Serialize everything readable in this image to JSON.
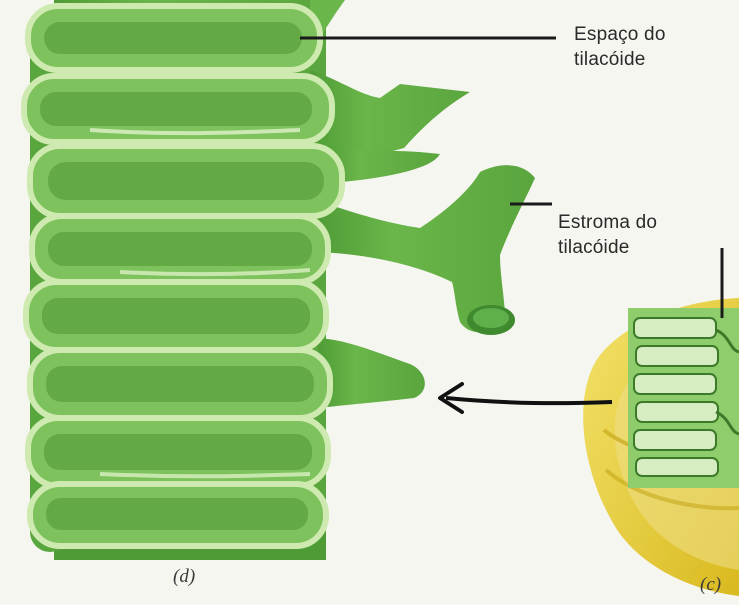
{
  "labels": {
    "thylakoid_space": [
      "Espaço do",
      "tilacóide"
    ],
    "thylakoid_stroma": [
      "Estroma do",
      "tilacóide"
    ]
  },
  "panels": {
    "d": "(d)",
    "c": "(c)"
  },
  "colors": {
    "membrane_outer": "#7dc25c",
    "membrane_light": "#cfeab0",
    "lumen": "#63aa45",
    "chloroplast": "#e7cf35",
    "leader": "#1a1a1a"
  }
}
